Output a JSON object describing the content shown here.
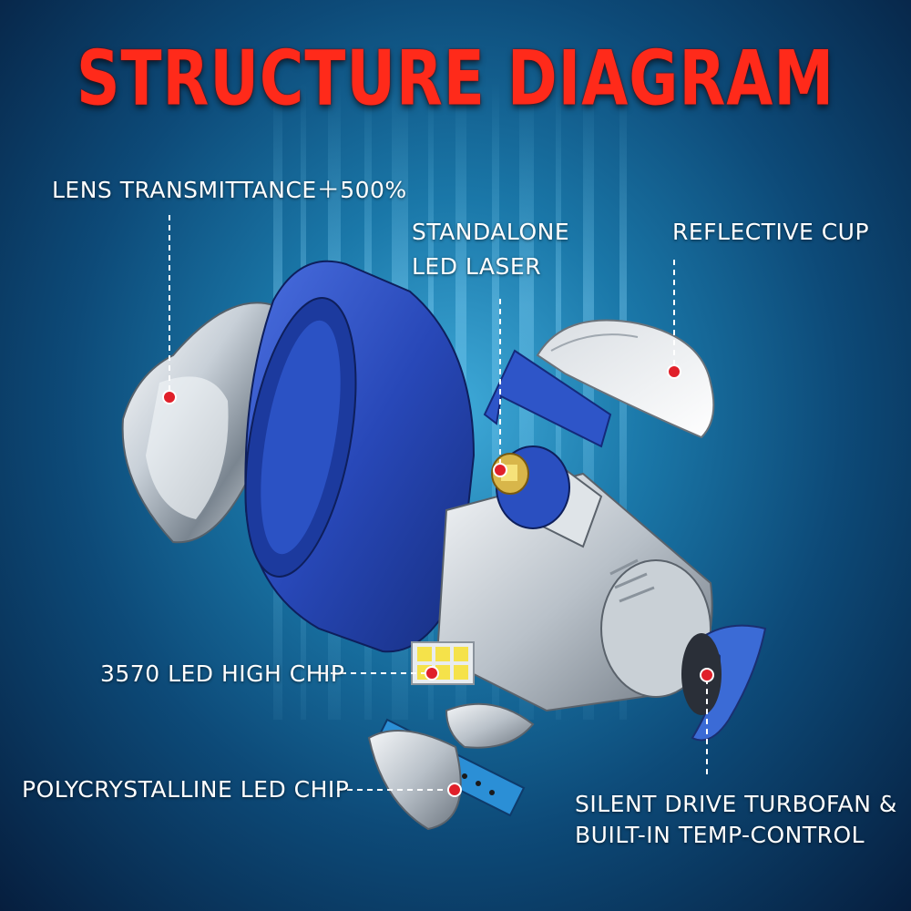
{
  "title": "STRUCTURE DIAGRAM",
  "labels": {
    "lens": "LENS TRANSMITTANCE＋500%",
    "laser_line1": "STANDALONE",
    "laser_line2": "LED LASER",
    "reflective_cup": "REFLECTIVE CUP",
    "high_chip": "3570 LED HIGH CHIP",
    "poly_chip": "POLYCRYSTALLINE LED CHIP",
    "fan_line1": "SILENT DRIVE TURBOFAN &",
    "fan_line2": "BUILT-IN TEMP-CONTROL"
  },
  "colors": {
    "title": "#ff2a1a",
    "housing_blue": "#2a4fc0",
    "marker_red": "#e0202a",
    "chip_yellow": "#f5e24a"
  }
}
